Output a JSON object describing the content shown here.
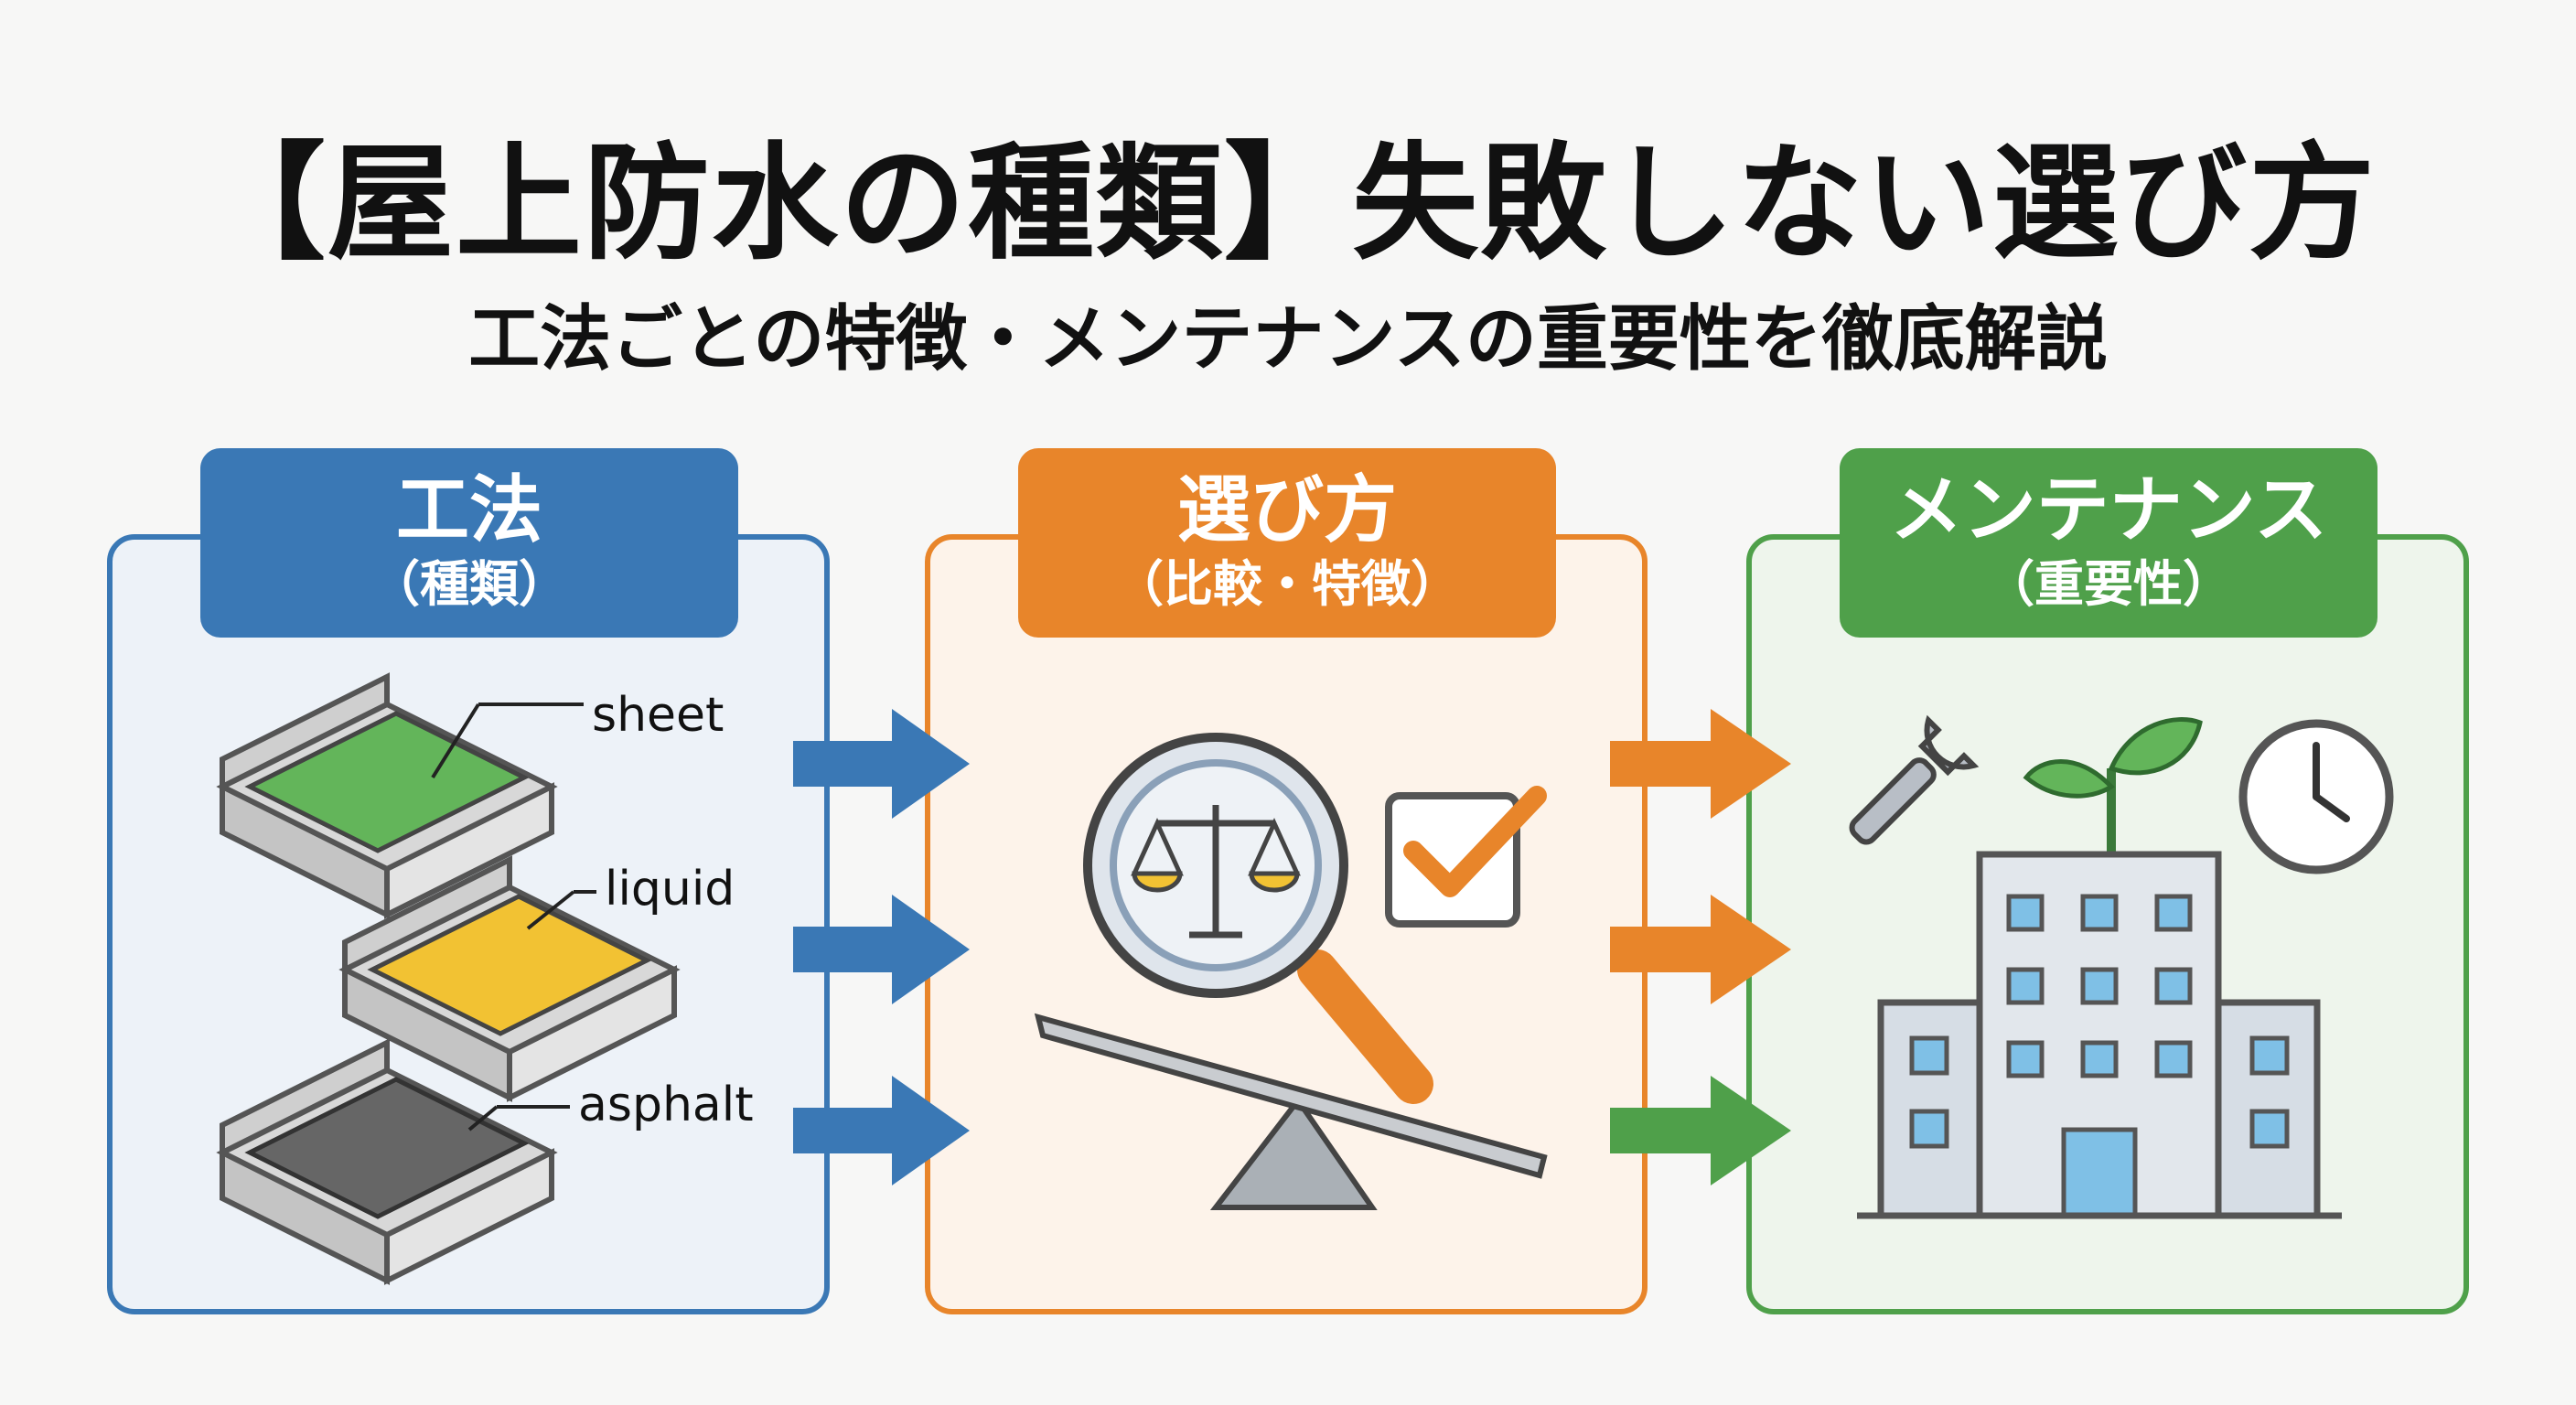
{
  "title": "【屋上防水の種類】失敗しない選び方",
  "subtitle": "工法ごとの特徴・メンテナンスの重要性を徹底解説",
  "panels": [
    {
      "heading": "工法",
      "subheading": "（種類）",
      "color": "#3a78b5",
      "layers": [
        "sheet",
        "liquid",
        "asphalt"
      ]
    },
    {
      "heading": "選び方",
      "subheading": "（比較・特徴）",
      "color": "#e8852a"
    },
    {
      "heading": "メンテナンス",
      "subheading": "（重要性）",
      "color": "#4fa04a"
    }
  ]
}
